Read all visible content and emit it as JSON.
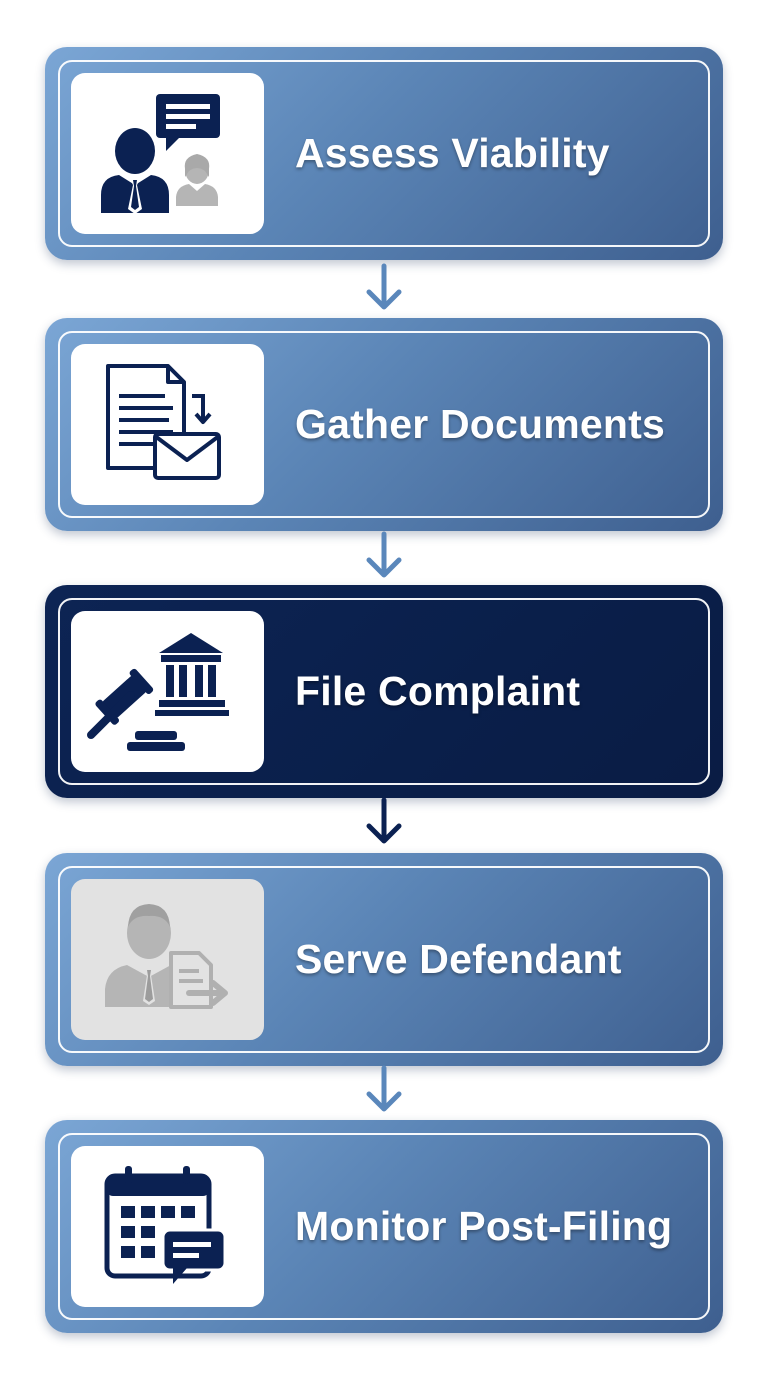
{
  "steps": [
    {
      "label": "Assess Viability",
      "icon": "consultation-icon",
      "state": "default"
    },
    {
      "label": "Gather Documents",
      "icon": "documents-mail-icon",
      "state": "default"
    },
    {
      "label": "File Complaint",
      "icon": "gavel-courthouse-icon",
      "state": "active"
    },
    {
      "label": "Serve Defendant",
      "icon": "serve-person-document-icon",
      "state": "muted"
    },
    {
      "label": "Monitor Post-Filing",
      "icon": "calendar-message-icon",
      "state": "default"
    }
  ],
  "colors": {
    "navy": "#0b2152",
    "step_light": "#7ba6d5",
    "step_dark": "#3e5f8f",
    "arrow_light": "#5a87bb",
    "muted_icon": "#b5b5b5"
  }
}
